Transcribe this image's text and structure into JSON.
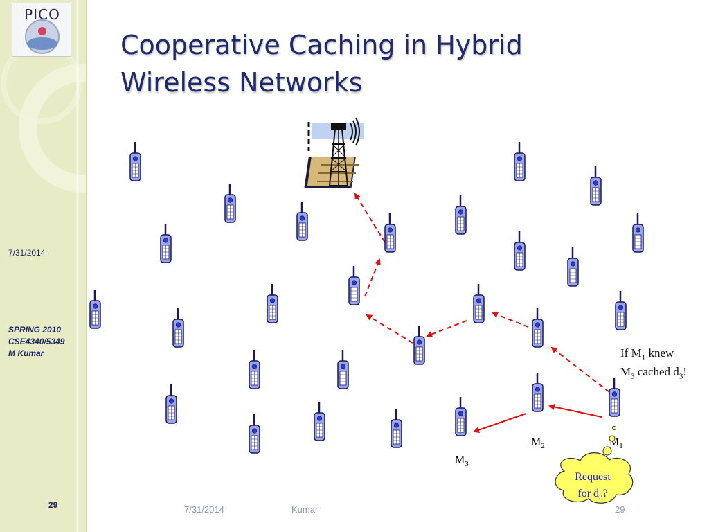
{
  "slide": {
    "title_lines": [
      "Cooperative Caching in Hybrid",
      "Wireless Networks"
    ],
    "logo_text": "PICO",
    "sidebar": {
      "date": "7/31/2014",
      "course_lines": [
        "SPRING 2010",
        "CSE4340/5349",
        "M Kumar"
      ],
      "page_number": "29"
    },
    "footer": {
      "date": "7/31/2014",
      "author": "Kumar",
      "page_number": "29"
    }
  },
  "diagram": {
    "node_labels": {
      "m1": "M1",
      "m2": "M2",
      "m3": "M3"
    },
    "note_lines": [
      "If M1 knew",
      "M3 cached d3!"
    ],
    "bubble_lines": [
      "Request",
      "for d3?"
    ],
    "colors": {
      "arrow": "#e01010",
      "phone_body": "#9aa4f0",
      "phone_outline": "#1a1a5a",
      "bubble": "#ffff66",
      "title": "#1f2a6e"
    }
  }
}
